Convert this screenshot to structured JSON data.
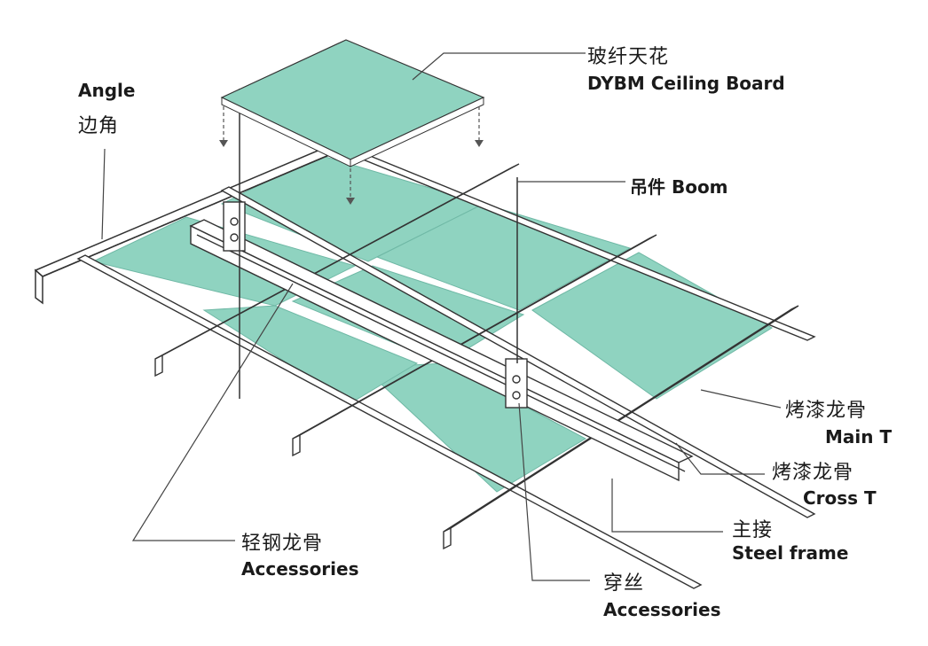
{
  "labels": {
    "ceiling_board_cn": "玻纤天花",
    "ceiling_board_en": "DYBM Ceiling Board",
    "angle_en": "Angle",
    "angle_cn": "边角",
    "boom": "吊件 Boom",
    "main_t_cn": "烤漆龙骨",
    "main_t_en": "Main T",
    "cross_t_cn": "烤漆龙骨",
    "cross_t_en": "Cross T",
    "steel_frame_cn": "主接",
    "steel_frame_en": "Steel frame",
    "accessories_left_cn": "轻钢龙骨",
    "accessories_left_en": "Accessories",
    "accessories_bottom_cn": "穿丝",
    "accessories_bottom_en": "Accessories"
  },
  "colors": {
    "panel": "#8fd3c0",
    "panel_edge": "#6fb8a5",
    "frame": "#ffffff",
    "stroke": "#333333",
    "leader": "#444444"
  }
}
